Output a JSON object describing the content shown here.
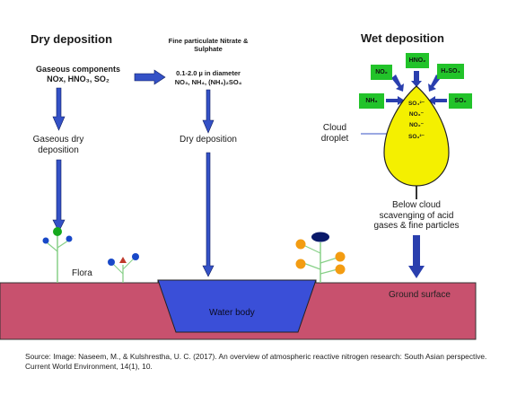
{
  "dry": {
    "title": "Dry deposition",
    "gaseous_label": "Gaseous components",
    "gaseous_species": "NOx, HNO₃, SO₂",
    "gaseous_dry": "Gaseous dry deposition",
    "fine_title": "Fine particulate Nitrate & Sulphate",
    "fine_size": "0.1-2.0 µ in diameter",
    "fine_species": "NO₃, NH₄, (NH₄)₂SO₄",
    "dry_dep_label": "Dry deposition"
  },
  "wet": {
    "title": "Wet deposition",
    "gases": [
      "HNO₂",
      "NO₂",
      "H₂SO₄",
      "NH₃",
      "SO₂"
    ],
    "droplet_species": [
      "SO₄²⁻",
      "NO₃⁻",
      "NO₂⁻",
      "SO₃²⁻"
    ],
    "cloud_label": "Cloud droplet",
    "below_cloud": "Below cloud scavenging of acid gases & fine particles"
  },
  "ground": {
    "flora": "Flora",
    "water_body": "Water body",
    "ground_surface": "Ground surface"
  },
  "source": "Source: Image: Naseem, M., & Kulshrestha, U. C. (2017). An overview of atmospheric reactive nitrogen research: South Asian perspective. Current World Environment, 14(1), 10.",
  "colors": {
    "ground": "#c8516e",
    "water": "#3a4fd8",
    "arrow": "#3451c6",
    "box": "#22c32a",
    "droplet": "#f4f000",
    "plant_stem": "#88d088"
  }
}
